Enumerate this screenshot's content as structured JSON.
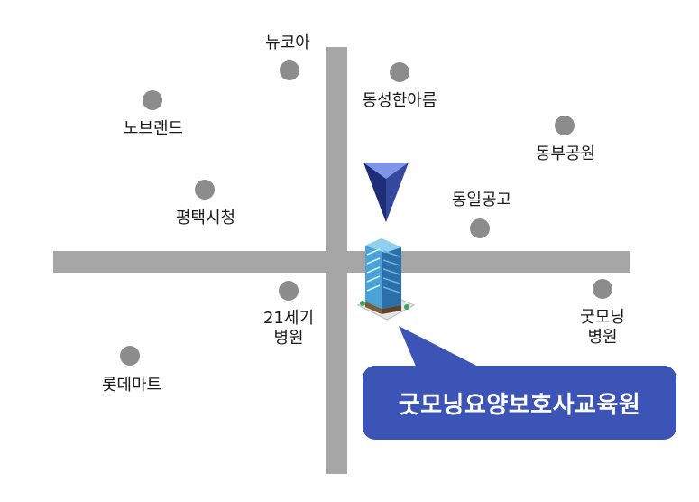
{
  "landmarks": {
    "nyukoa": "뉴코아",
    "dongsung": "동성한아름",
    "nobrand": "노브랜드",
    "dongbu_park": "동부공원",
    "pyeongtaek_city": "평택시청",
    "dongil_high": "동일공고",
    "century21_line1": "21세기",
    "century21_line2": "병원",
    "goodmorning_hosp_line1": "굿모닝",
    "goodmorning_hosp_line2": "병원",
    "lotte_mart": "롯데마트"
  },
  "destination": {
    "name": "굿모닝요양보호사교육원"
  },
  "colors": {
    "road": "#a6a6a6",
    "dot": "#8c8c8c",
    "callout": "#3b54b5",
    "marker": "#2a3a8c"
  }
}
